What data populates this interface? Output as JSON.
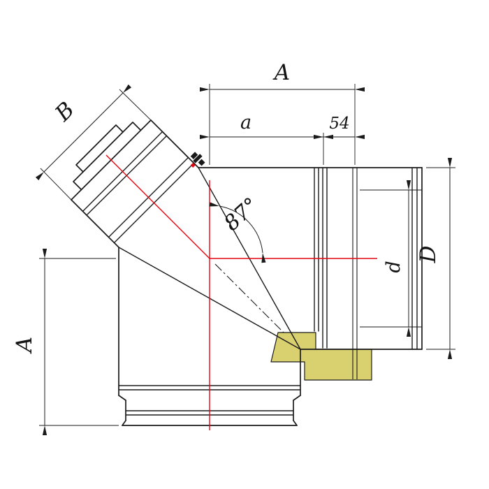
{
  "diagram": {
    "type": "technical-drawing",
    "subject": "87-degree insulated sandwich elbow with revision port",
    "background": "#ffffff",
    "line_color": "#1a1a1a",
    "centerline_color": "#e30613",
    "insulation_color": "#d9d06f",
    "labels": {
      "length_top": "A",
      "length_top_partial": "a",
      "socket_depth": "54",
      "revision_diameter": "B",
      "outer_diameter": "D",
      "inner_diameter": "d",
      "length_side": "A",
      "bend_angle": "87°"
    }
  }
}
